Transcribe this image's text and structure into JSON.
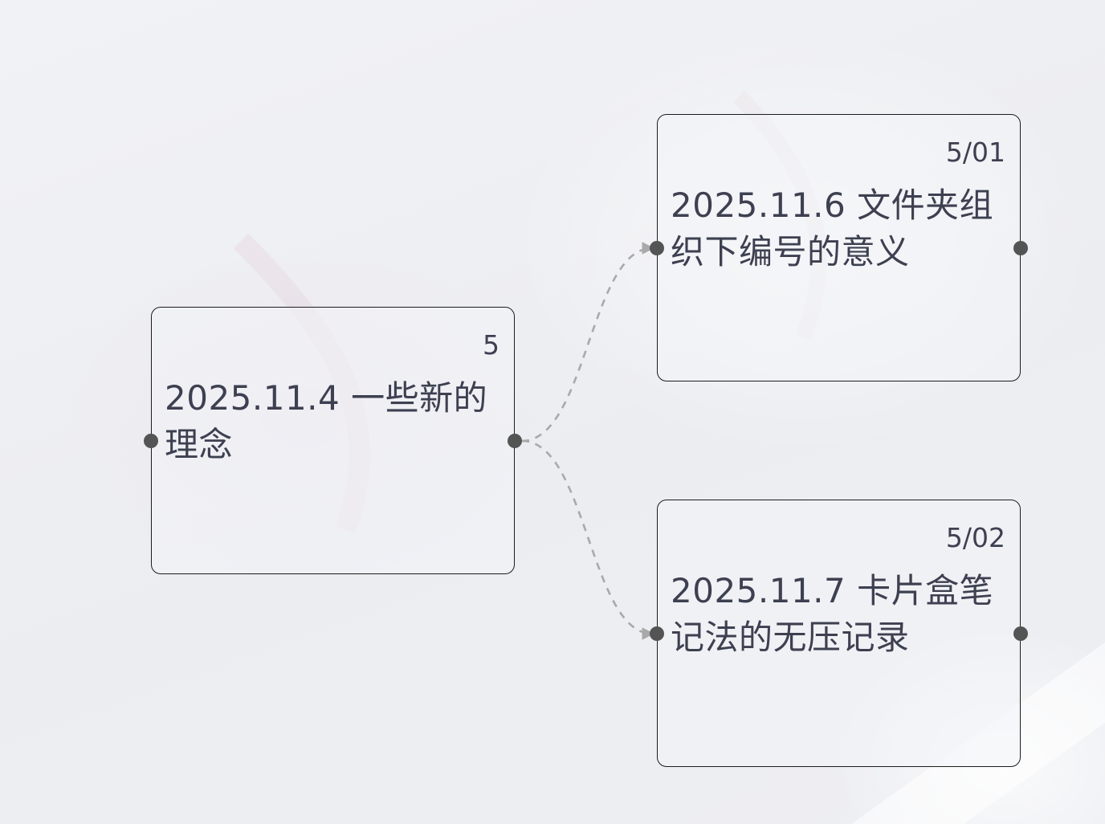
{
  "cards": [
    {
      "id": "root",
      "index": "5",
      "title": "2025.11.4 一些新的理念"
    },
    {
      "id": "child1",
      "index": "5/01",
      "title": "2025.11.6 文件夹组织下编号的意义"
    },
    {
      "id": "child2",
      "index": "5/02",
      "title": "2025.11.7 卡片盒笔记法的无压记录"
    }
  ],
  "colors": {
    "background": "#eeeff3",
    "card_border": "#1c1c1f",
    "text": "#3d4050",
    "port": "#545454",
    "connector": "#a9a9a9"
  }
}
